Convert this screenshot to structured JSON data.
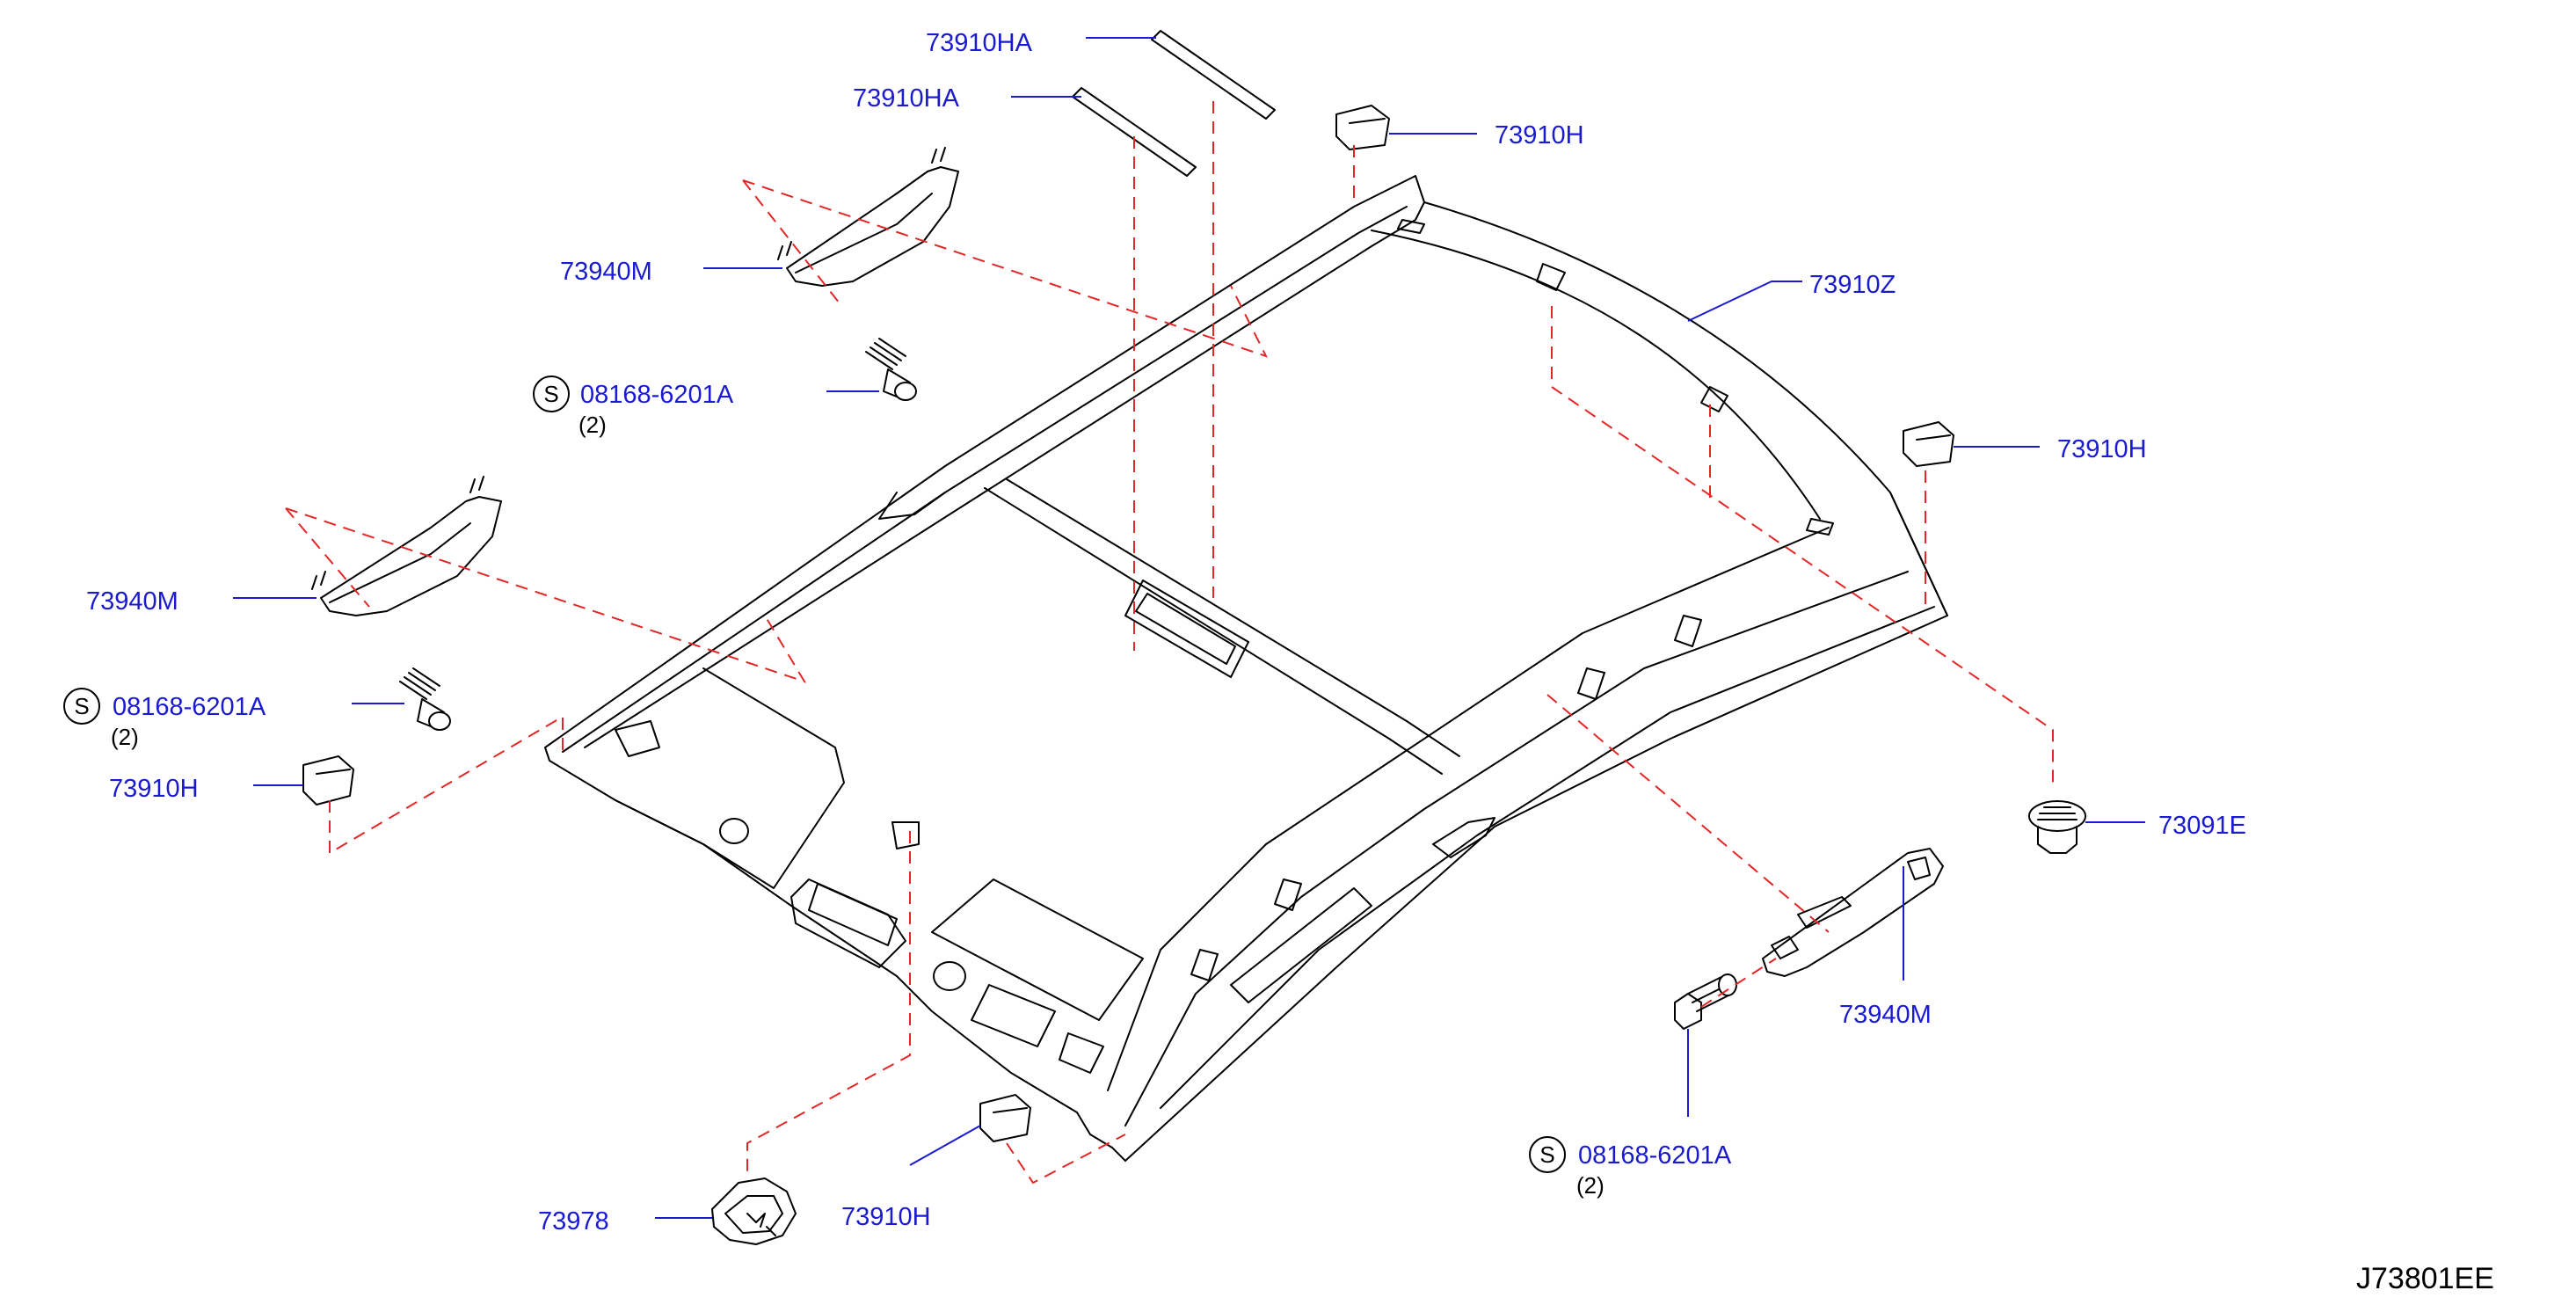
{
  "labels": {
    "hook_strip_upper": "73910HA",
    "hook_strip_lower": "73910HA",
    "clip_top": "73910H",
    "headlining": "73910Z",
    "clip_right": "73910H",
    "grip_upper_left": "73940M",
    "screw_upper_left": "08168-6201A",
    "screw_upper_left_qty": "(2)",
    "grip_lower_left": "73940M",
    "screw_lower_left": "08168-6201A",
    "screw_lower_left_qty": "(2)",
    "clip_left": "73910H",
    "clip_bottom": "73910H",
    "lamp_base": "73978",
    "cap_right": "73091E",
    "grip_right": "73940M",
    "screw_right": "08168-6201A",
    "screw_right_qty": "(2)"
  },
  "symbols": {
    "standard_part": "S"
  },
  "diagram_code": "J73801EE",
  "colors": {
    "label": "#1a1ad0",
    "dashed_guide": "#e32626",
    "line": "#000000"
  }
}
